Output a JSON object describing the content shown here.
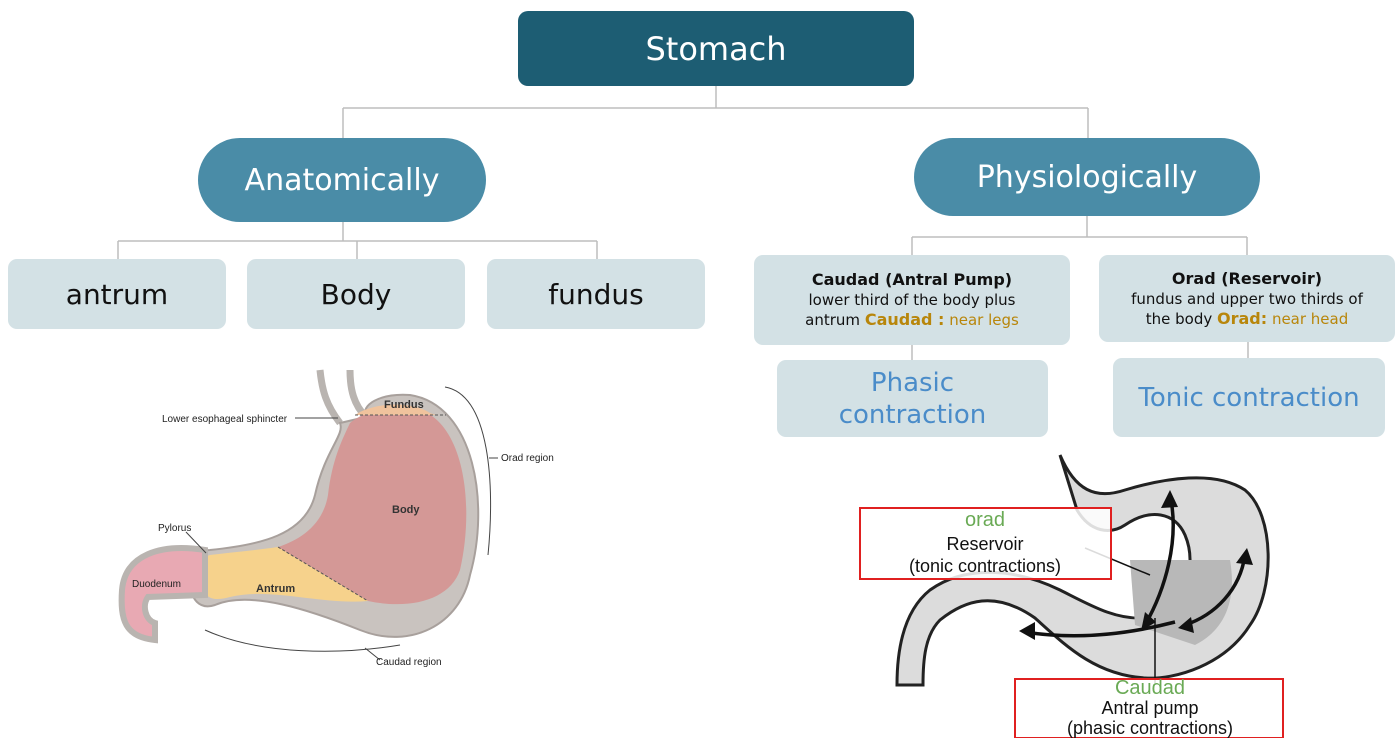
{
  "root": "Stomach",
  "anatomically": {
    "title": "Anatomically",
    "items": [
      "antrum",
      "Body",
      "fundus"
    ]
  },
  "physiologically": {
    "title": "Physiologically",
    "caudad": {
      "title": "Caudad (Antral Pump)",
      "desc1": "lower third of the body plus",
      "desc2": "antrum",
      "key": "Caudad :",
      "meaning": "near legs",
      "contraction": "Phasic contraction"
    },
    "orad": {
      "title": "Orad (Reservoir)",
      "desc1": "fundus and upper two thirds of",
      "desc2": "the body",
      "key": "Orad:",
      "meaning": "near head",
      "contraction": "Tonic contraction"
    }
  },
  "figure1": {
    "fundus": "Fundus",
    "body": "Body",
    "antrum": "Antrum",
    "duodenum": "Duodenum",
    "pylorus": "Pylorus",
    "les": "Lower esophageal sphincter",
    "orad_region": "Orad region",
    "caudad_region": "Caudad region"
  },
  "figure2": {
    "orad": "orad",
    "reservoir": "Reservoir",
    "tonic": "(tonic contractions)",
    "caudad": "Caudad",
    "antral": "Antral pump",
    "phasic": "(phasic contractions)"
  },
  "colors": {
    "root": "#1d5d73",
    "pill": "#4a8ca7",
    "box": "#d3e1e5",
    "highlight": "#b8860b",
    "contraction_text": "#4a8cc9",
    "label_green": "#6aaa55",
    "red_frame": "#e02020"
  }
}
